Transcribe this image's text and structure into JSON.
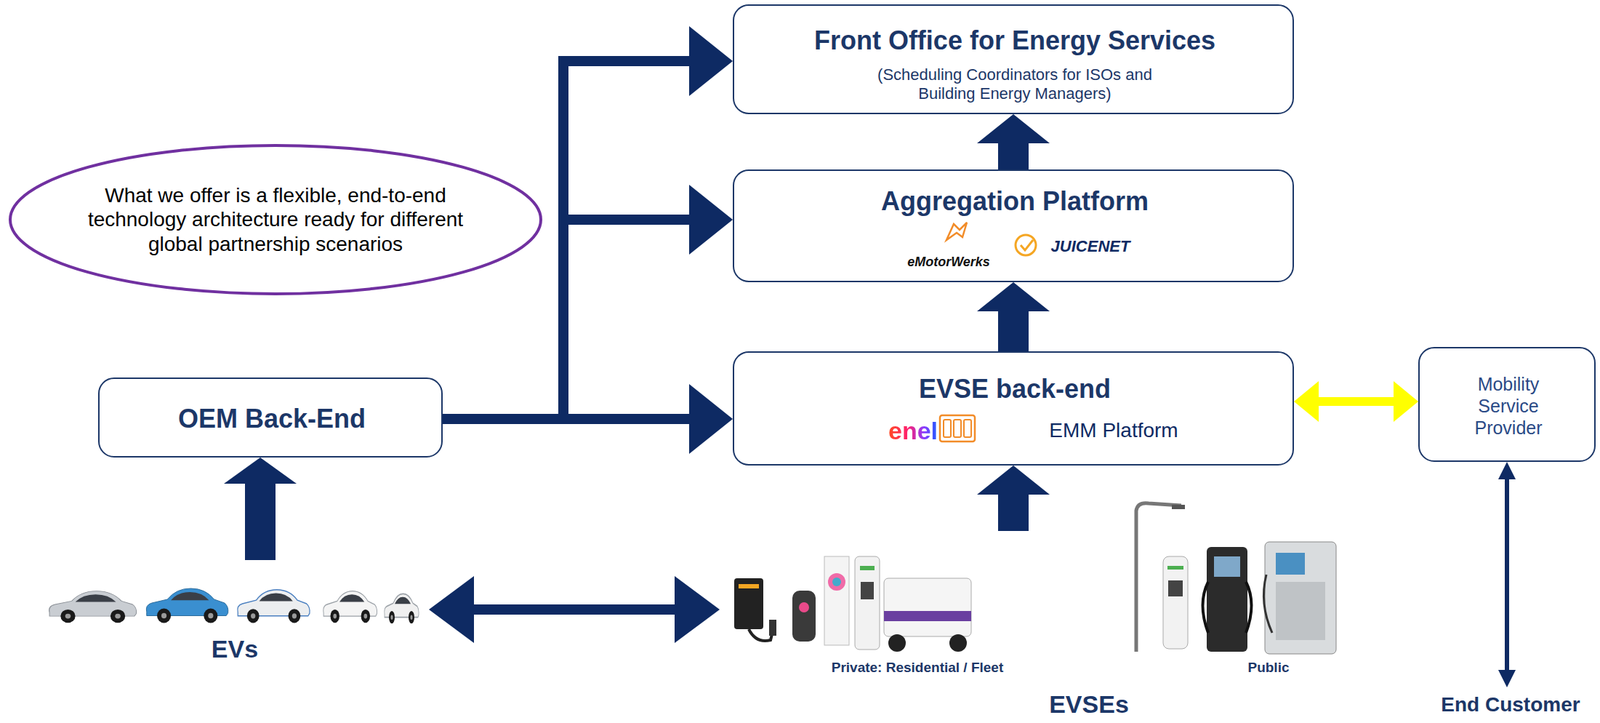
{
  "diagram": {
    "nodes": [
      {
        "text": [
          "What we offer is a flexible, end-to-end technology architecture ready for different global partnership scenarios"
        ]
      },
      {
        "text": [
          "Front Office for Energy Services",
          "(Scheduling Coordinators for ISOs and Building Energy Managers)"
        ]
      },
      {
        "text": [
          "Aggregation Platform",
          "eMotorWerks",
          "JUICENET"
        ]
      },
      {
        "text": [
          "EVSE back-end",
          "enel",
          "EMM Platform"
        ]
      },
      {
        "text": [
          "Mobility Service Provider"
        ]
      },
      {
        "text": [
          "OEM Back-End"
        ]
      },
      {
        "text": [
          "EVs"
        ]
      },
      {
        "text": [
          "Private: Residential / Fleet",
          "Public",
          "EVSEs"
        ]
      },
      {
        "text": [
          "End Customer"
        ]
      }
    ],
    "edges": [
      {
        "from": 5,
        "to": 1,
        "arrow": "to"
      },
      {
        "from": 5,
        "to": 2,
        "arrow": "to"
      },
      {
        "from": 5,
        "to": 3,
        "arrow": "to"
      },
      {
        "from": 2,
        "to": 1,
        "arrow": "to"
      },
      {
        "from": 3,
        "to": 2,
        "arrow": "to"
      },
      {
        "from": 7,
        "to": 3,
        "arrow": "to"
      },
      {
        "from": 6,
        "to": 5,
        "arrow": "to"
      },
      {
        "from": 6,
        "to": 7,
        "arrow": "both"
      },
      {
        "from": 3,
        "to": 4,
        "arrow": "both"
      },
      {
        "from": 4,
        "to": 8,
        "arrow": "both"
      }
    ]
  }
}
